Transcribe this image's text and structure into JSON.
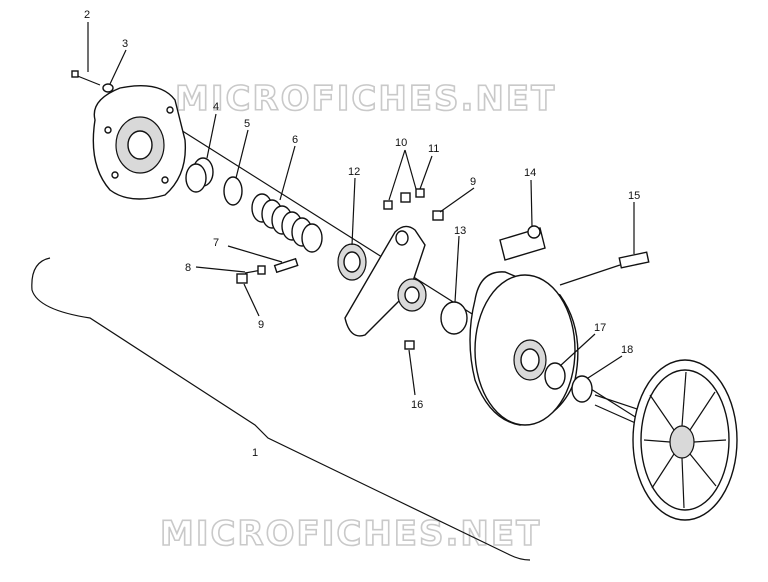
{
  "watermark": {
    "top": "MICROFICHES.NET",
    "bottom": "MICROFICHES.NET"
  },
  "callouts": {
    "c1": "1",
    "c2": "2",
    "c3": "3",
    "c4": "4",
    "c5": "5",
    "c6": "6",
    "c7": "7",
    "c8": "8",
    "c9a": "9",
    "c9b": "9",
    "c10": "10",
    "c11": "11",
    "c12": "12",
    "c13": "13",
    "c14": "14",
    "c15": "15",
    "c16": "16",
    "c17": "17",
    "c18": "18"
  }
}
